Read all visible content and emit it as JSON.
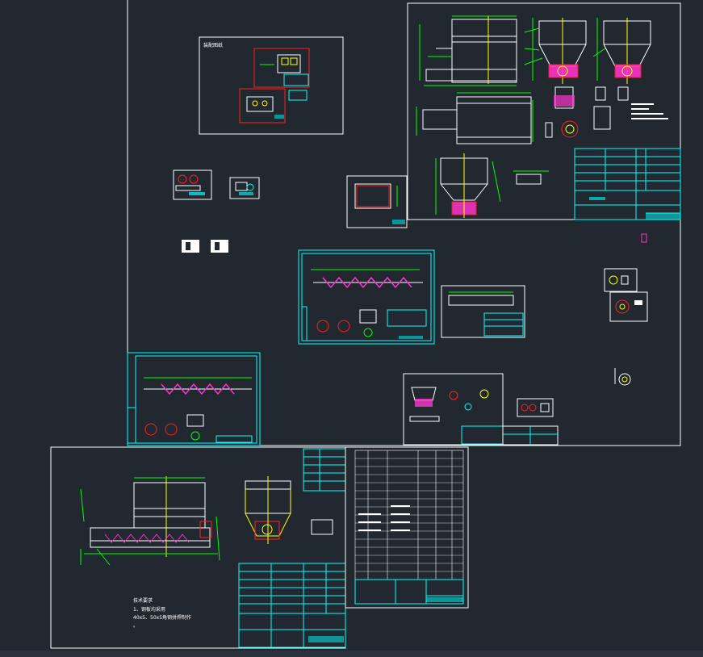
{
  "colors": {
    "background": "#212830",
    "sheet_border": "#ffffff",
    "cyan": "#00ffff",
    "green": "#00ff00",
    "red": "#ff2020",
    "magenta": "#ff33cc",
    "yellow": "#ffff00"
  },
  "notes": {
    "title": "技术要求",
    "line1": "1、钢板均采用",
    "line2": "40x5、50x5角钢拼焊制作",
    "line3": "。"
  },
  "panel1_title": "装配图纸"
}
